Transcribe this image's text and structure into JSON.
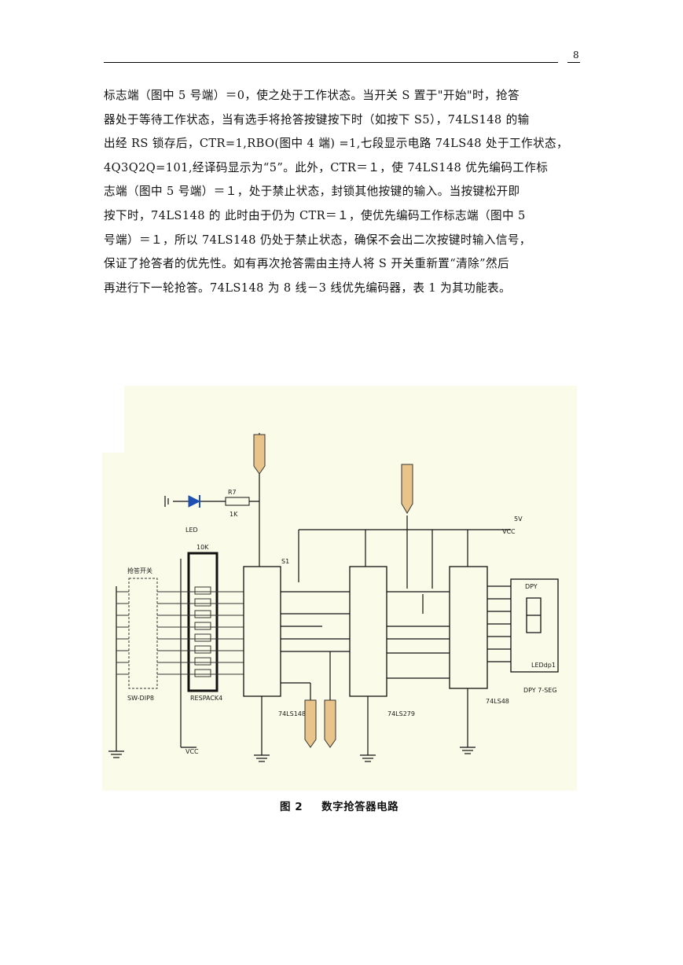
{
  "page": {
    "number": "8"
  },
  "paragraph_lines": [
    "标志端（图中 5 号端）＝0，使之处于工作状态。当开关 S 置于\"开始\"时，抢答",
    "器处于等待工作状态，当有选手将抢答按键按下时（如按下 S5），74LS148 的输",
    "出经 RS 锁存后，CTR=1,RBO(图中 4 端) =1,七段显示电路 74LS48 处于工作状态，",
    "4Q3Q2Q=101,经译码显示为“5”。此外，CTR＝１，使 74LS148 优先编码工作标",
    "志端（图中 5 号端）＝１，处于禁止状态，封锁其他按键的输入。当按键松开即",
    "按下时，74LS148 的 此时由于仍为 CTR＝１，使优先编码工作标志端（图中 5",
    "号端）＝１，所以 74LS148 仍处于禁止状态，确保不会出二次按键时输入信号，",
    "保证了抢答者的优先性。如有再次抢答需由主持人将 S 开关重新置“清除”然后",
    "再进行下一轮抢答。74LS148 为 8 线－3 线优先编码器，表 1 为其功能表。"
  ],
  "figure": {
    "caption_number": "图 2",
    "caption_text": "数字抢答器电路",
    "labels": {
      "supply": "5V",
      "vcc_top": "VCC",
      "vcc_bottom": "VCC",
      "resistor_r": "R7",
      "resistor_value": "1K",
      "led": "LED",
      "switch_array_title": "抢答开关",
      "switch_array_part": "SW-DIP8",
      "resnet_value": "10K",
      "resnet_part": "RESPACK4",
      "s1": "S1",
      "ic1": "74LS148",
      "ic2": "74LS279",
      "ic3": "74LS48",
      "display_title": "DPY",
      "display_part": "DPY 7-SEG",
      "display_sub": "LEDdp1"
    }
  }
}
